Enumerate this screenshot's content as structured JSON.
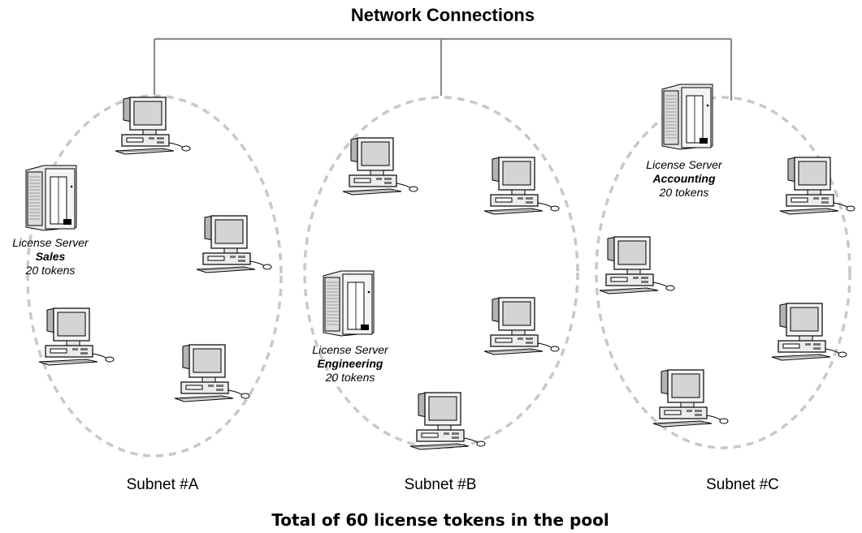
{
  "title": "Network Connections",
  "footer": "Total of 60 license tokens in the pool",
  "subnets": [
    {
      "label": "Subnet #A",
      "server": {
        "line1": "License Server",
        "name": "Sales",
        "tokens": "20 tokens"
      }
    },
    {
      "label": "Subnet #B",
      "server": {
        "line1": "License Server",
        "name": "Engineering",
        "tokens": "20 tokens"
      }
    },
    {
      "label": "Subnet #C",
      "server": {
        "line1": "License Server",
        "name": "Accounting",
        "tokens": "20 tokens"
      }
    }
  ],
  "icons": {
    "workstation": "desktop-computer-icon",
    "server": "tower-server-icon"
  },
  "colors": {
    "subnet_outline": "#c8c8c8",
    "network_line": "#8c8c8c"
  }
}
